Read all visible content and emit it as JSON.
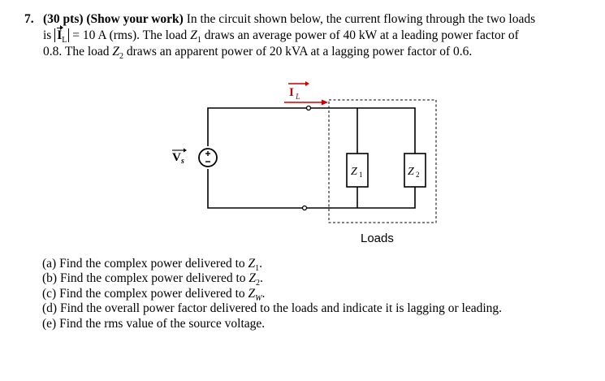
{
  "problem": {
    "number": "7.",
    "points": "(30 pts)",
    "show_work": "(Show your work)",
    "l1_text": " In the circuit shown below, the current flowing through the two loads",
    "l2_is": "is ",
    "current_symbol": "I",
    "current_sub": "L",
    "l2_rest": " = 10 A (rms). The load ",
    "z1_sym": "Z",
    "z1_sub": "1",
    "l2_end": " draws an average power of 40 kW at a leading power factor of",
    "l3_start": "0.8. The load ",
    "z2_sym": "Z",
    "z2_sub": "2",
    "l3_end": " draws an apparent power of 20 kVA at a lagging power factor of 0.6."
  },
  "circuit": {
    "current_label": "I",
    "current_sub": "L",
    "source_label": "V",
    "source_sub": "s",
    "z1_label": "Z",
    "z1_sub": "1",
    "z2_label": "Z",
    "z2_sub": "2",
    "loads_label": "Loads",
    "arrow_color": "#cc0000"
  },
  "parts": [
    {
      "prefix": "(a) Find the complex power delivered to ",
      "sym": "Z",
      "sub": "1",
      "suffix": "."
    },
    {
      "prefix": "(b) Find the complex power delivered to ",
      "sym": "Z",
      "sub": "2",
      "suffix": "."
    },
    {
      "prefix": "(c) Find the complex power delivered to ",
      "sym": "Z",
      "sub": "W",
      "suffix": "."
    },
    {
      "prefix": "(d) Find the overall power factor delivered to the loads and indicate it is lagging or leading.",
      "sym": "",
      "sub": "",
      "suffix": ""
    },
    {
      "prefix": "(e) Find the rms value of the source voltage.",
      "sym": "",
      "sub": "",
      "suffix": ""
    }
  ]
}
